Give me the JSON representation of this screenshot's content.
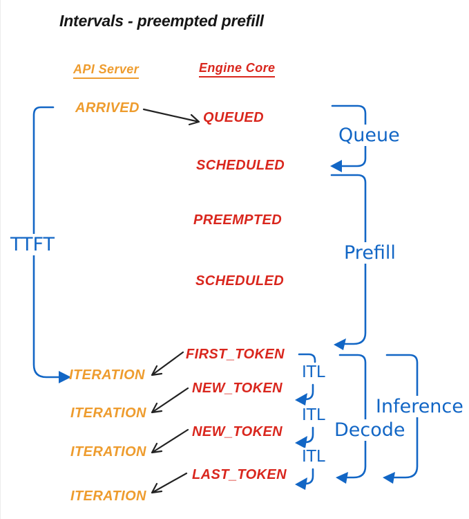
{
  "title": "Intervals - preempted prefill",
  "colors": {
    "api_server_orange": "#EE9C2E",
    "engine_core_red": "#D9261D",
    "interval_blue": "#1266C5",
    "arrow_black": "#222222"
  },
  "api_server": {
    "header": "API Server",
    "events": [
      "ARRIVED",
      "ITERATION",
      "ITERATION",
      "ITERATION",
      "ITERATION"
    ]
  },
  "engine_core": {
    "header": "Engine Core",
    "events": [
      "QUEUED",
      "SCHEDULED",
      "PREEMPTED",
      "SCHEDULED",
      "FIRST_TOKEN",
      "NEW_TOKEN",
      "NEW_TOKEN",
      "LAST_TOKEN"
    ]
  },
  "intervals": {
    "ttft": "TTFT",
    "queue": "Queue",
    "prefill": "Prefill",
    "itl": [
      "ITL",
      "ITL",
      "ITL"
    ],
    "decode": "Decode",
    "inference": "Inference"
  }
}
